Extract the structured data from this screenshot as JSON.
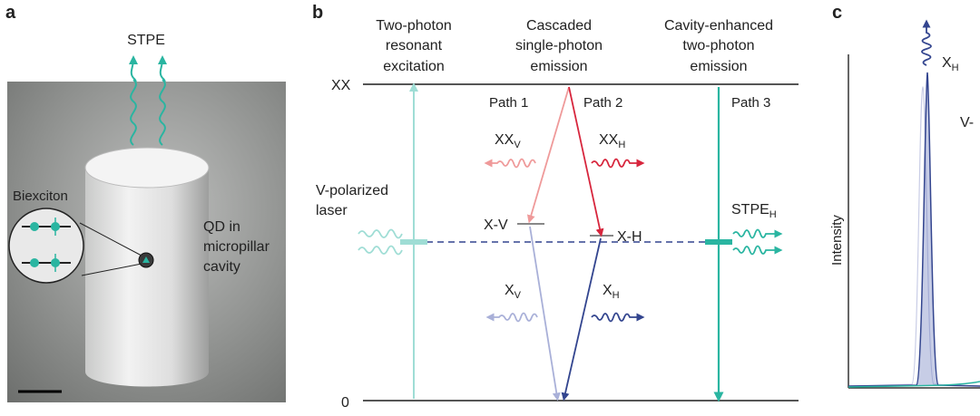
{
  "panel_a": {
    "letter": "a",
    "stpe": "STPE",
    "biexciton": "Biexciton",
    "qd_line1": "QD in",
    "qd_line2": "micropillar",
    "qd_line3": "cavity"
  },
  "panel_b": {
    "letter": "b",
    "col1_line1": "Two-photon",
    "col1_line2": "resonant",
    "col1_line3": "excitation",
    "col2_line1": "Cascaded",
    "col2_line2": "single-photon",
    "col2_line3": "emission",
    "col3_line1": "Cavity-enhanced",
    "col3_line2": "two-photon",
    "col3_line3": "emission",
    "level_xx": "XX",
    "level_0": "0",
    "path1": "Path 1",
    "path2": "Path 2",
    "path3": "Path 3",
    "xxv_main": "XX",
    "xxv_sub": "V",
    "xxh_main": "XX",
    "xxh_sub": "H",
    "laser_line1": "V-polarized",
    "laser_line2": "laser",
    "xv_level": "X-V",
    "xh_level": "X-H",
    "stpeh_main": "STPE",
    "stpeh_sub": "H",
    "xv_main": "X",
    "xv_sub": "V",
    "xh_main": "X",
    "xh_sub": "H"
  },
  "panel_c": {
    "letter": "c",
    "ylabel": "Intensity",
    "peak_main": "X",
    "peak_sub": "H",
    "partial": "V-"
  }
}
